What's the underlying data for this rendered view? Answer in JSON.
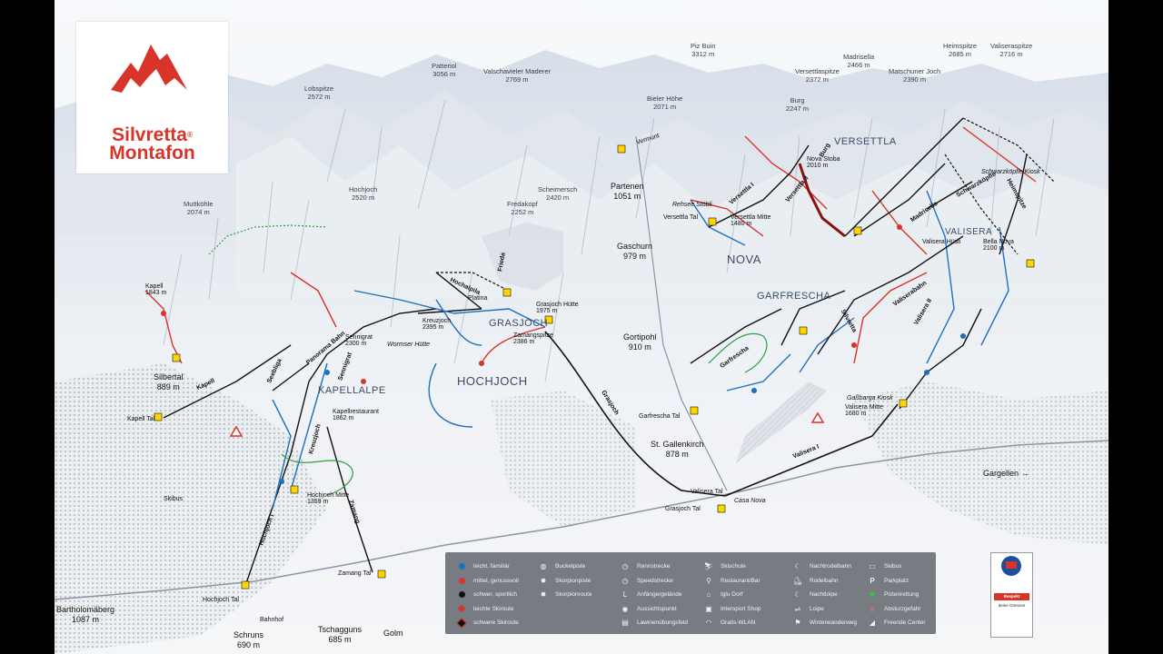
{
  "logo": {
    "line1": "Silvretta",
    "reg": "®",
    "line2": "Montafon"
  },
  "peaks": [
    {
      "name": "Lobspitze",
      "elev": "2572 m"
    },
    {
      "name": "Patteriol",
      "elev": "3056 m"
    },
    {
      "name": "Valschavieler Maderer",
      "elev": "2769 m"
    },
    {
      "name": "Piz Buin",
      "elev": "3312 m"
    },
    {
      "name": "Madrisella",
      "elev": "2466 m"
    },
    {
      "name": "Heimspitze",
      "elev": "2685 m"
    },
    {
      "name": "Valiseraspitze",
      "elev": "2716 m"
    },
    {
      "name": "Versettlaspitze",
      "elev": "2372 m"
    },
    {
      "name": "Matschuner Joch",
      "elev": "2390 m"
    },
    {
      "name": "Bieler Höhe",
      "elev": "2071 m"
    },
    {
      "name": "Burg",
      "elev": "2247 m"
    },
    {
      "name": "Hochjoch",
      "elev": "2520 m"
    },
    {
      "name": "Muttköhle",
      "elev": "2074 m"
    },
    {
      "name": "Scheimersch",
      "elev": "2420 m"
    },
    {
      "name": "Fredakopf",
      "elev": "2252 m"
    }
  ],
  "towns": [
    {
      "name": "Partenen",
      "elev": "1051 m"
    },
    {
      "name": "Gaschurn",
      "elev": "979 m"
    },
    {
      "name": "Gortipohl",
      "elev": "910 m"
    },
    {
      "name": "St. Gallenkirch",
      "elev": "878 m"
    },
    {
      "name": "Silbertal",
      "elev": "889 m"
    },
    {
      "name": "Schruns",
      "elev": "690 m"
    },
    {
      "name": "Tschagguns",
      "elev": "685 m"
    },
    {
      "name": "Bartholomäberg",
      "elev": "1087 m"
    }
  ],
  "areas": [
    "HOCHJOCH",
    "GRASJOCH",
    "NOVA",
    "GARFRESCHA",
    "VERSETTLA",
    "KAPELLALPE",
    "VALISERA"
  ],
  "stations": [
    {
      "name": "Grasjoch Hütte",
      "elev": "1975 m"
    },
    {
      "name": "Zamangspitze",
      "elev": "2386 m"
    },
    {
      "name": "Kreuzjoch",
      "elev": "2395 m"
    },
    {
      "name": "Sennigrat",
      "elev": "2300 m"
    },
    {
      "name": "Kapellrestaurant",
      "elev": "1862 m"
    },
    {
      "name": "Hochjoch Mitte",
      "elev": "1359 m"
    },
    {
      "name": "Versettla Mitte",
      "elev": "1480 m"
    },
    {
      "name": "Valisera Mitte",
      "elev": "1680 m"
    },
    {
      "name": "Nova Stoba",
      "elev": "2010 m"
    },
    {
      "name": "Valisera Hüsli",
      "elev": ""
    },
    {
      "name": "Bella Nova",
      "elev": "2100 m"
    },
    {
      "name": "Kapell",
      "elev": "1843 m"
    }
  ],
  "places": [
    "Kapell Tal",
    "Hochjoch Tal",
    "Zamang Tal",
    "Grasjoch Tal",
    "Valisera Tal",
    "Garfrescha Tal",
    "Versettla Tal",
    "Wormser Hütte",
    "Platina",
    "Rehsee Stöbli",
    "Casa Nova",
    "Gaßbarga Kiosk",
    "Schwarzköpfle Kiosk",
    "Bahnhof",
    "Skibus",
    "Gargellen →",
    "Golm",
    "Vermunt"
  ],
  "lifts": [
    "Grasjoch",
    "Hochalpila",
    "Hochjoch I",
    "Zamang",
    "Kapell",
    "Panorama Bahn",
    "Seebliga",
    "Kreuzjoch",
    "Sennigrat",
    "Valisera I",
    "Valisera II",
    "Versettla I",
    "Versettla II",
    "Garfrescha",
    "Madrisella",
    "Heimspitze",
    "Burg",
    "Frieda",
    "Silvretta",
    "Schwarzköpfle",
    "Valiserabahn"
  ],
  "legend": {
    "col1": [
      "leicht, familiär",
      "mittel, genussvoll",
      "schwer, sportlich",
      "leichte Skiroute",
      "schwere Skiroute"
    ],
    "col2": [
      "Buckelpiste",
      "Skorpionpiste",
      "Skorpionroute"
    ],
    "col3": [
      "Rennstrecke",
      "Speedstrecke",
      "Anfängergelände",
      "Aussichtspunkt",
      "Lawinenübungsfeld"
    ],
    "col4": [
      "Skischule",
      "Restaurant/Bar",
      "Iglu Dorf",
      "Intersport Shop",
      "Gratis-WLAN"
    ],
    "col5": [
      "Nachtrodelbahn",
      "Rodelbahn",
      "Nachtloipe",
      "Loipe",
      "Winterwanderweg"
    ],
    "col6": [
      "Skibus",
      "Parkplatz",
      "Pistenrettung",
      "Absturzgefahr",
      "Freeride Center"
    ]
  },
  "colors": {
    "blue": "#1f6fc0",
    "red": "#d8342a",
    "black": "#111111",
    "route": "#c0392b",
    "brand": "#d8342a"
  },
  "respekt": {
    "title": "Respekt",
    "sub": "deine Grenzen"
  }
}
